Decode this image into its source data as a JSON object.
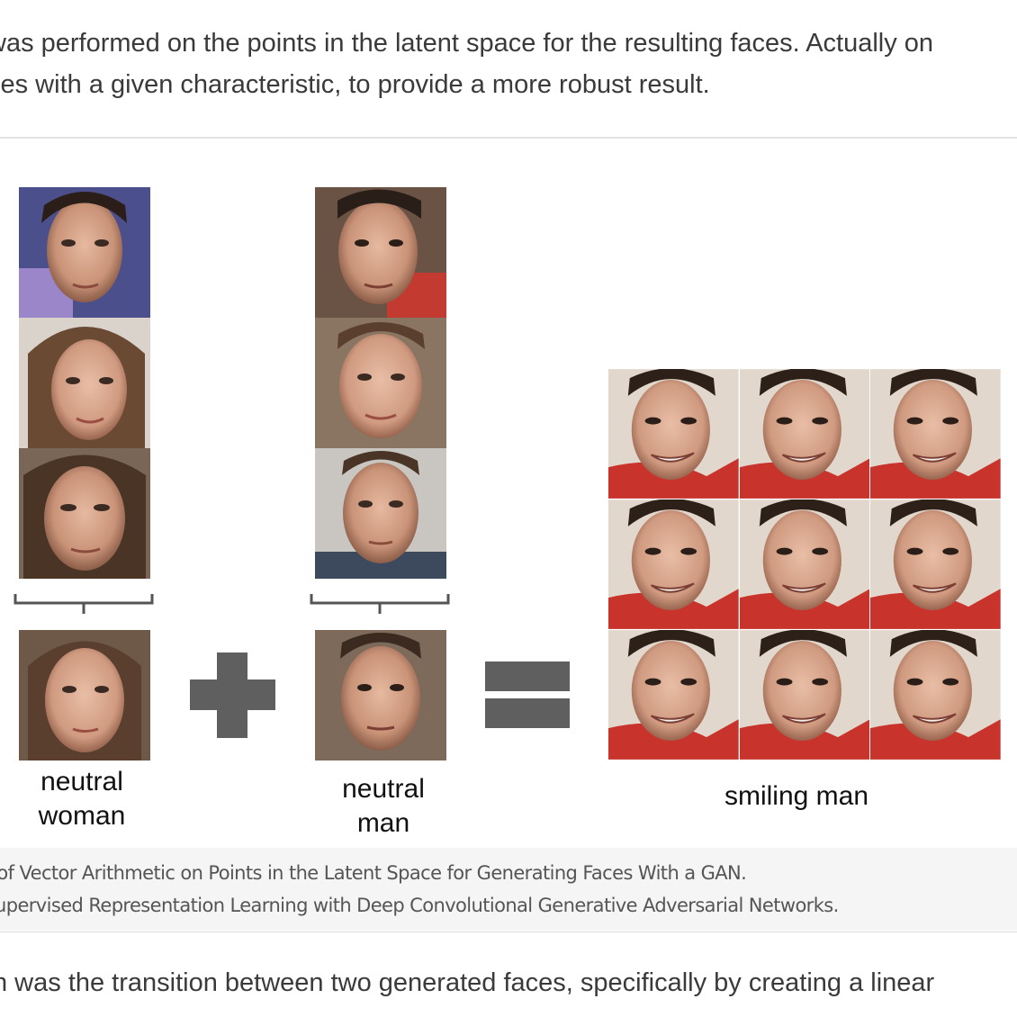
{
  "article": {
    "paragraph_top": [
      "was performed on the points in the latent space for the resulting faces. Actually on",
      "ces with a given characteristic, to provide a more robust result."
    ],
    "paragraph_bottom": "n was the transition between two generated faces, specifically by creating a linear"
  },
  "figure": {
    "operators": {
      "plus": "plus-sign",
      "equals": "equals-sign"
    },
    "colors": {
      "operator": "#5f5f5f",
      "bracket": "#555555",
      "caption_bg": "#f5f5f5"
    },
    "columns": [
      {
        "label_line1": "neutral",
        "label_line2": "woman",
        "input_faces": 3,
        "output_faces": 1
      },
      {
        "label_line1": "neutral",
        "label_line2": "man",
        "input_faces": 3,
        "output_faces": 1
      }
    ],
    "result": {
      "label": "smiling man",
      "grid_rows": 3,
      "grid_cols": 3
    }
  },
  "caption": {
    "line1": "e of Vector Arithmetic on Points in the Latent Space for Generating Faces With a GAN.",
    "line2": "upervised Representation Learning with Deep Convolutional Generative Adversarial Networks."
  }
}
